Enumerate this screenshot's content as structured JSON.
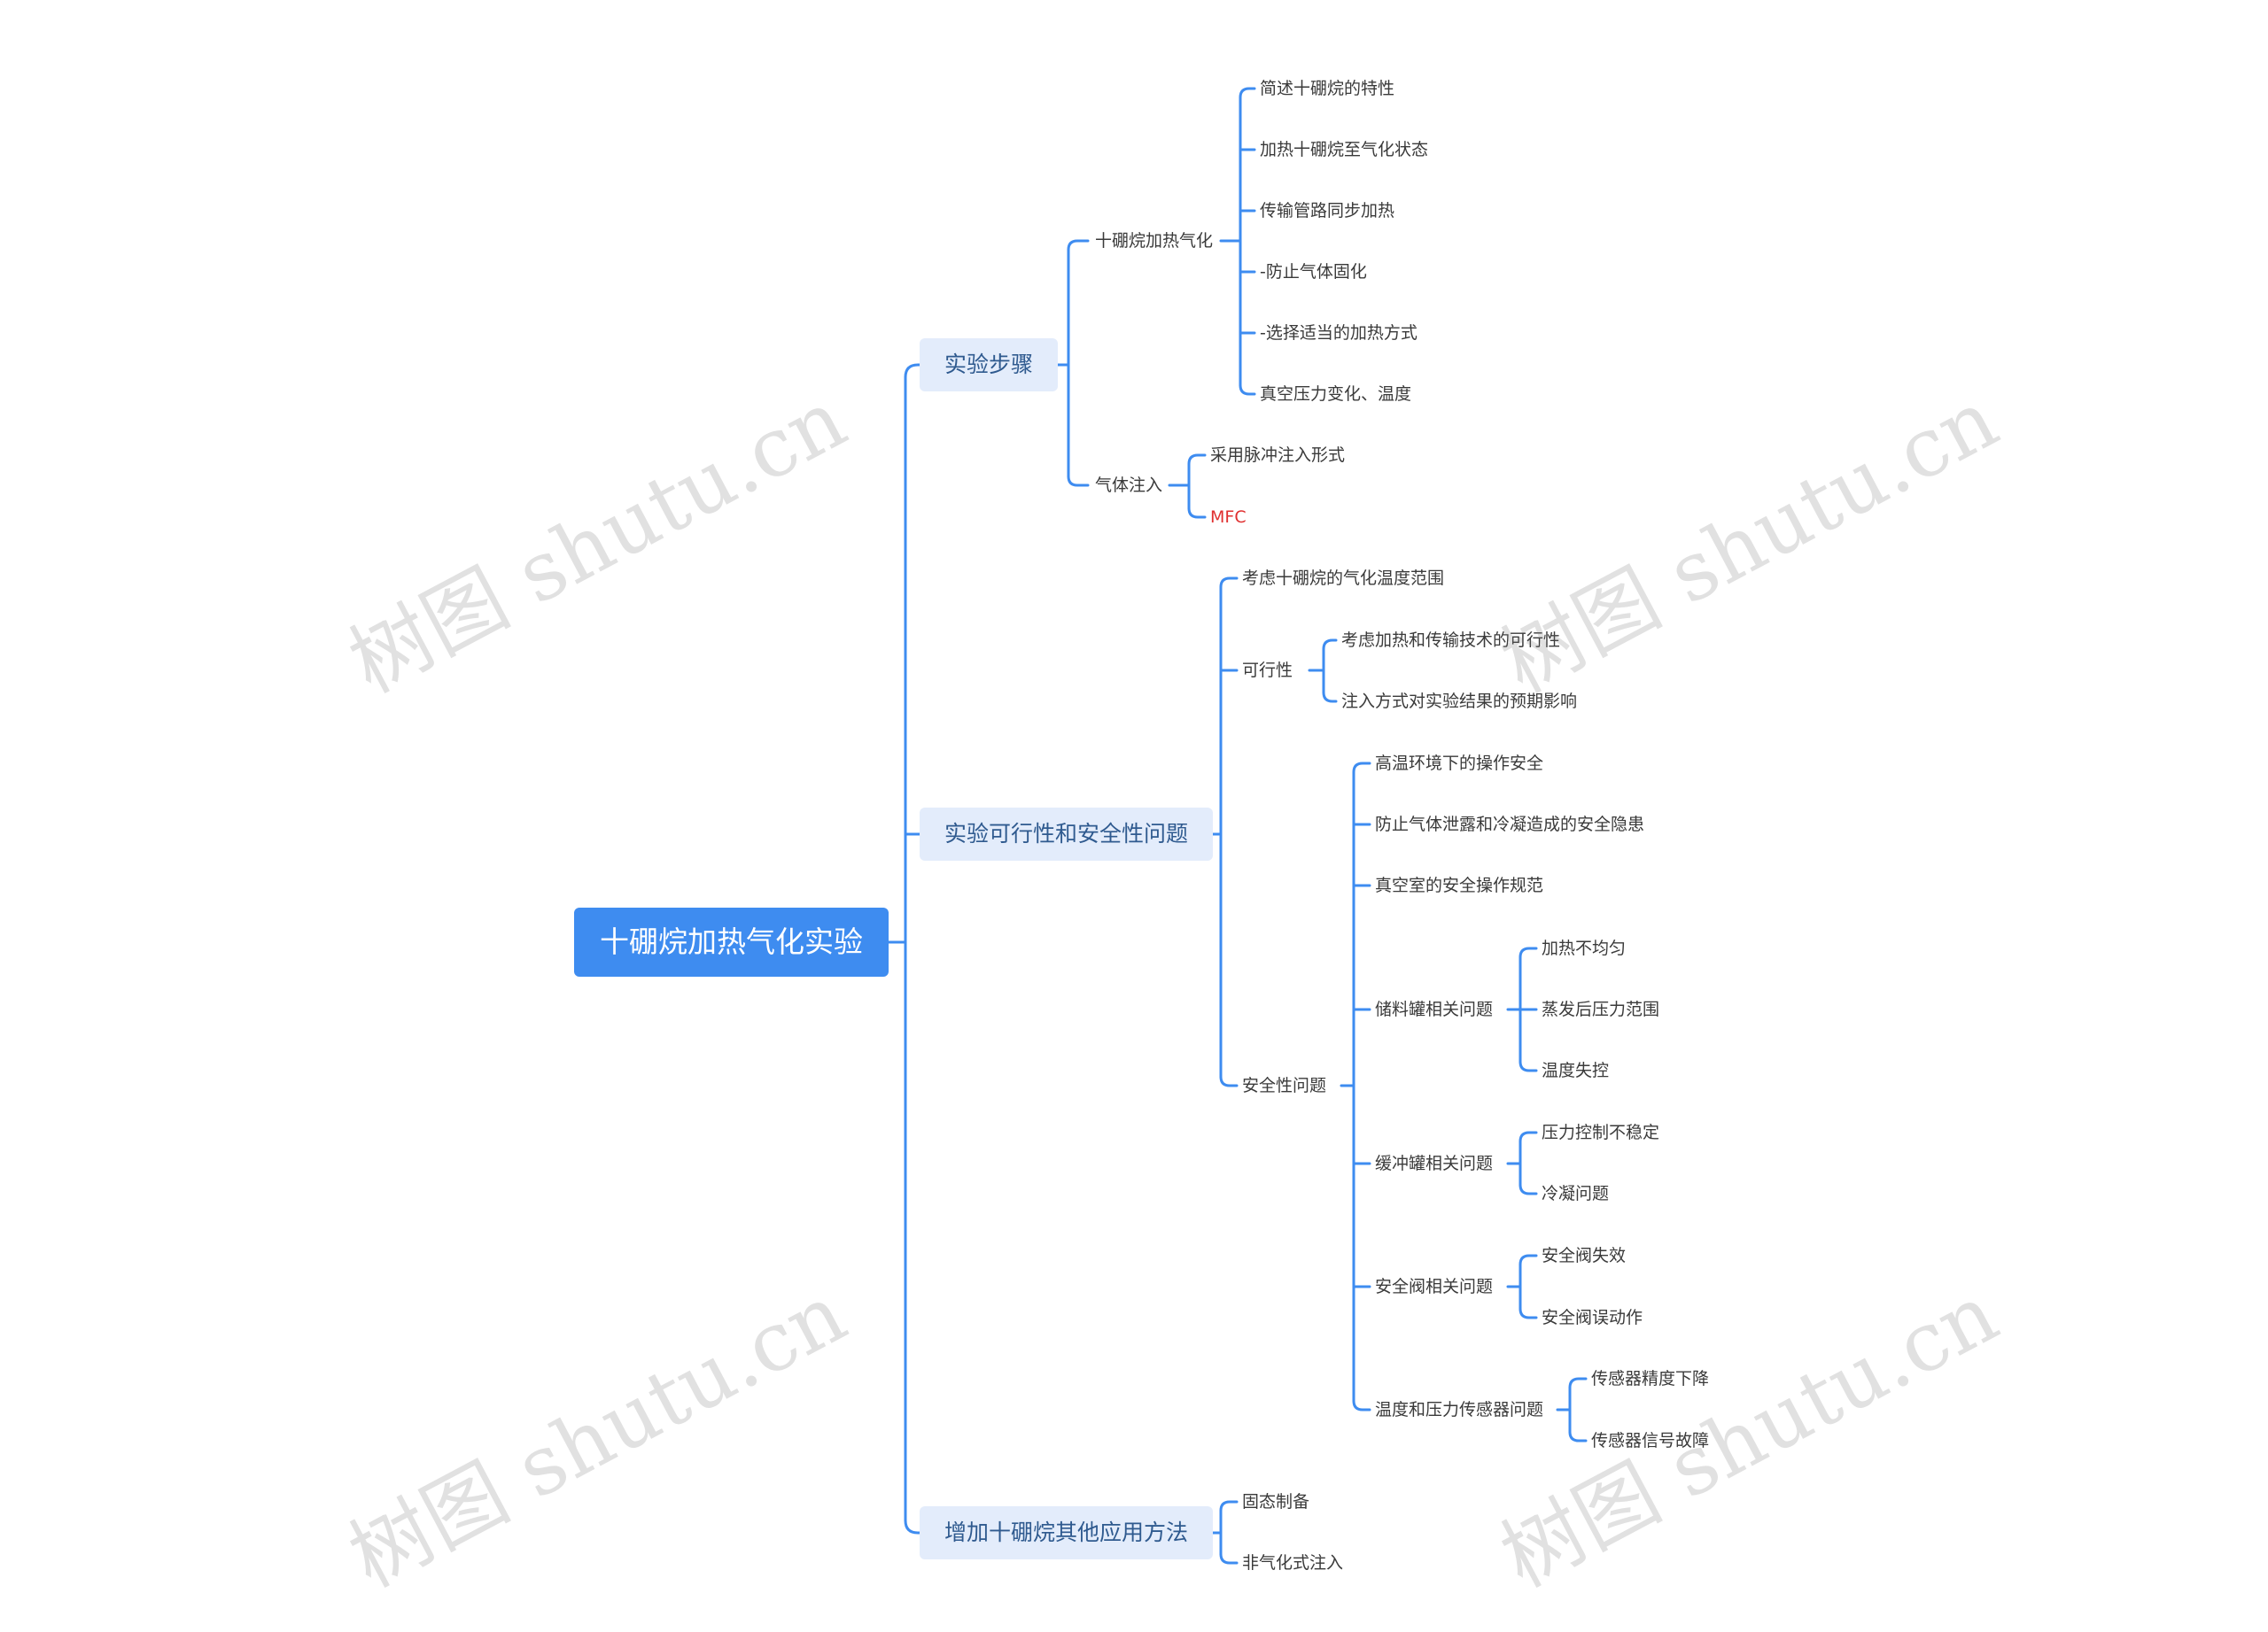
{
  "root": {
    "label": "十硼烷加热气化实验"
  },
  "branches": {
    "steps": {
      "label": "实验步骤",
      "heat": {
        "label": "十硼烷加热气化",
        "items": [
          "简述十硼烷的特性",
          "加热十硼烷至气化状态",
          "传输管路同步加热",
          "-防止气体固化",
          "-选择适当的加热方式",
          "真空压力变化、温度"
        ]
      },
      "inject": {
        "label": "气体注入",
        "items": [
          "采用脉冲注入形式",
          "MFC"
        ]
      }
    },
    "feasibility": {
      "label": "实验可行性和安全性问题",
      "top_item": "考虑十硼烷的气化温度范围",
      "feas": {
        "label": "可行性",
        "items": [
          "考虑加热和传输技术的可行性",
          "注入方式对实验结果的预期影响"
        ]
      },
      "safety": {
        "label": "安全性问题",
        "items": [
          "高温环境下的操作安全",
          "防止气体泄露和冷凝造成的安全隐患",
          "真空室的安全操作规范"
        ],
        "tank": {
          "label": "储料罐相关问题",
          "items": [
            "加热不均匀",
            "蒸发后压力范围",
            "温度失控"
          ]
        },
        "buffer": {
          "label": "缓冲罐相关问题",
          "items": [
            "压力控制不稳定",
            "冷凝问题"
          ]
        },
        "valve": {
          "label": "安全阀相关问题",
          "items": [
            "安全阀失效",
            "安全阀误动作"
          ]
        },
        "sensor": {
          "label": "温度和压力传感器问题",
          "items": [
            "传感器精度下降",
            "传感器信号故障"
          ]
        }
      }
    },
    "apps": {
      "label": "增加十硼烷其他应用方法",
      "items": [
        "固态制备",
        "非气化式注入"
      ]
    }
  },
  "watermark": "树图 shutu.cn",
  "colors": {
    "root_bg": "#3e8cf0",
    "branch_bg": "#e3ecfb",
    "line": "#3e8cf0",
    "highlight": "#e03030"
  }
}
